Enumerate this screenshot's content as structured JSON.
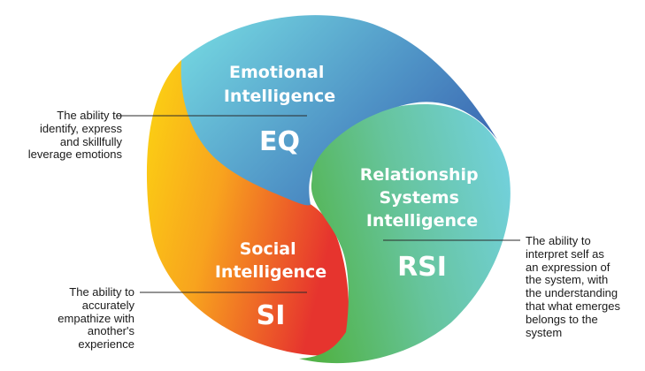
{
  "segments": {
    "eq": {
      "title_lines": [
        "Emotional",
        "Intelligence"
      ],
      "abbr": "EQ",
      "description_lines": [
        "The ability to",
        "identify, express",
        "and skillfully",
        "leverage emotions"
      ],
      "colors": [
        "#6fd0dc",
        "#3a6eb8"
      ]
    },
    "si": {
      "title_lines": [
        "Social",
        "Intelligence"
      ],
      "abbr": "SI",
      "description_lines": [
        "The ability to",
        "accurately",
        "empathize with",
        "another's",
        "experience"
      ],
      "colors": [
        "#fbd016",
        "#e83b32"
      ]
    },
    "rsi": {
      "title_lines": [
        "Relationship",
        "Systems",
        "Intelligence"
      ],
      "abbr": "RSI",
      "description_lines": [
        "The ability to",
        "interpret self as",
        "an expression of",
        "the system, with",
        "the understanding",
        "that what emerges",
        "belongs to the",
        "system"
      ],
      "colors": [
        "#5cb85a",
        "#6ecfd8"
      ]
    }
  }
}
